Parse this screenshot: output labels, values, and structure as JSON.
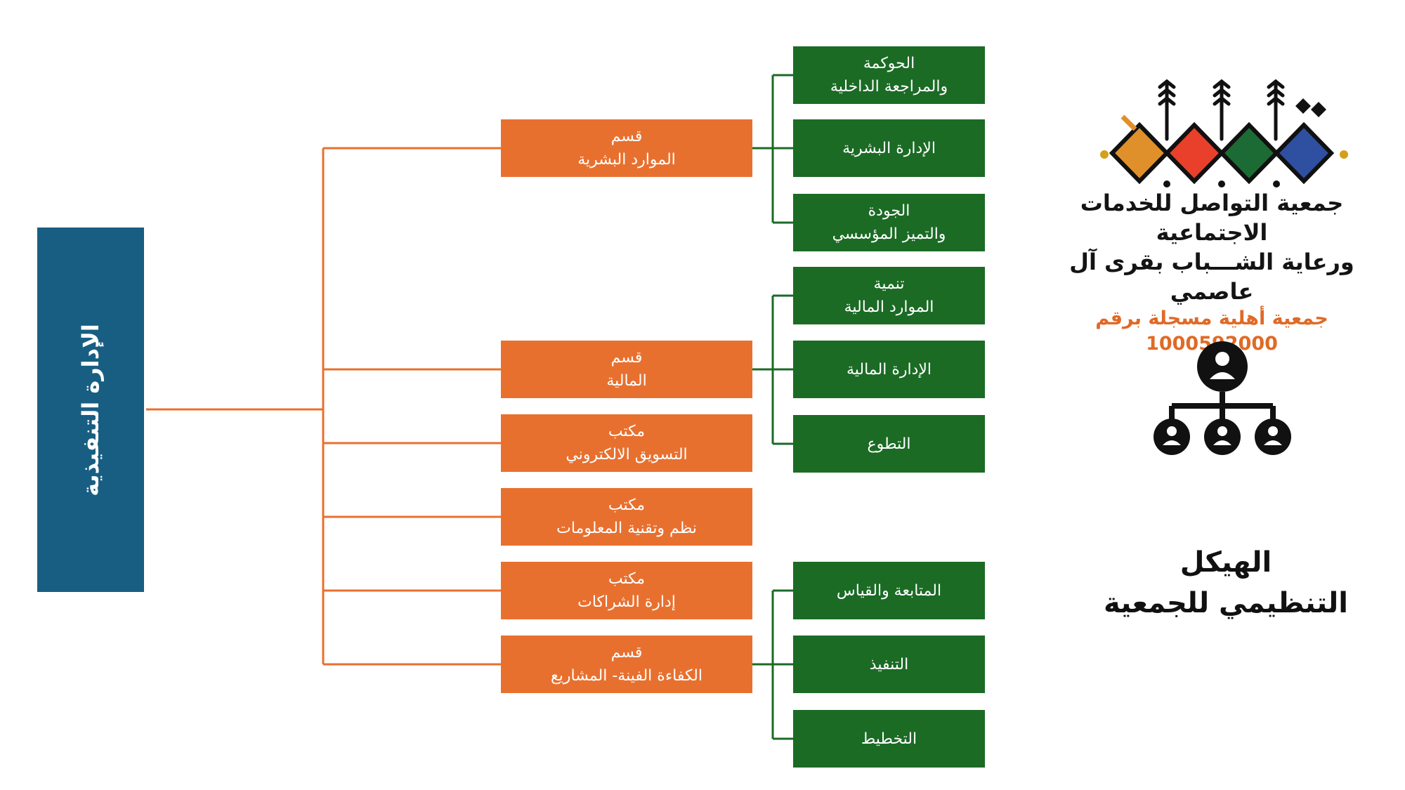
{
  "executive": "الإدارة التنفيذية",
  "departments": [
    {
      "line1": "قسم",
      "line2": "الموارد البشرية"
    },
    {
      "line1": "قسم",
      "line2": "المالية"
    },
    {
      "line1": "مكتب",
      "line2": "التسويق الالكتروني"
    },
    {
      "line1": "مكتب",
      "line2": "نظم وتقنية المعلومات"
    },
    {
      "line1": "مكتب",
      "line2": "إدارة الشراكات"
    },
    {
      "line1": "قسم",
      "line2": "الكفاءة الفينة- المشاريع"
    }
  ],
  "units": {
    "hr": [
      {
        "line1": "الحوكمة",
        "line2": "والمراجعة الداخلية"
      },
      {
        "line1": "الإدارة البشرية",
        "line2": ""
      },
      {
        "line1": "الجودة",
        "line2": "والتميز المؤسسي"
      }
    ],
    "finance": [
      {
        "line1": "تنمية",
        "line2": "الموارد المالية"
      },
      {
        "line1": "الإدارة المالية",
        "line2": ""
      },
      {
        "line1": "التطوع",
        "line2": ""
      }
    ],
    "projects": [
      {
        "line1": "المتابعة والقياس",
        "line2": ""
      },
      {
        "line1": "التنفيذ",
        "line2": ""
      },
      {
        "line1": "التخطيط",
        "line2": ""
      }
    ]
  },
  "organization": {
    "name_line1": "جمعية التواصل للخدمات الاجتماعية",
    "name_line2": "ورعاية الشـــباب بقرى آل عاصمي",
    "registration": "جمعية أهلية مسجلة برقم 1000592000"
  },
  "title": {
    "line1": "الهيكل",
    "line2": "التنظيمي للجمعية"
  },
  "colors": {
    "executive": "#185e83",
    "department": "#e8702f",
    "unit": "#1b6b25",
    "accent_orange": "#e06a26",
    "logo_red": "#e8402a",
    "logo_green": "#1d6b34",
    "logo_blue": "#2f4fa0",
    "logo_orange": "#e0902a"
  }
}
